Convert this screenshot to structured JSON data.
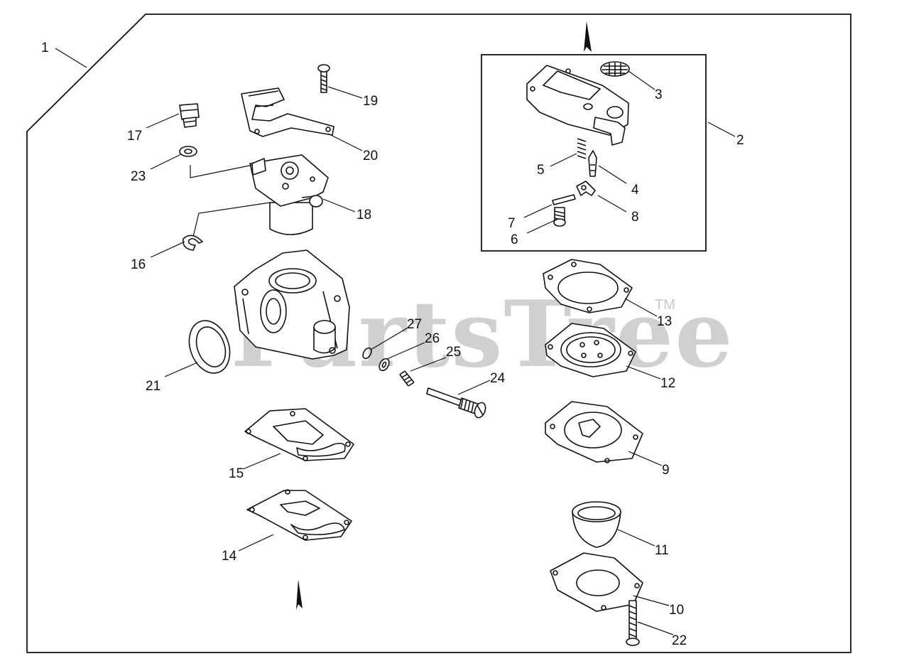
{
  "watermark": {
    "text": "PartsTree",
    "tm": "TM"
  },
  "callouts": [
    {
      "id": "1",
      "text": "1"
    },
    {
      "id": "2",
      "text": "2"
    },
    {
      "id": "3",
      "text": "3"
    },
    {
      "id": "4",
      "text": "4"
    },
    {
      "id": "5",
      "text": "5"
    },
    {
      "id": "6",
      "text": "6"
    },
    {
      "id": "7",
      "text": "7"
    },
    {
      "id": "8",
      "text": "8"
    },
    {
      "id": "9",
      "text": "9"
    },
    {
      "id": "10",
      "text": "10"
    },
    {
      "id": "11",
      "text": "11"
    },
    {
      "id": "12",
      "text": "12"
    },
    {
      "id": "13",
      "text": "13"
    },
    {
      "id": "14",
      "text": "14"
    },
    {
      "id": "15",
      "text": "15"
    },
    {
      "id": "16",
      "text": "16"
    },
    {
      "id": "17",
      "text": "17"
    },
    {
      "id": "18",
      "text": "18"
    },
    {
      "id": "19",
      "text": "19"
    },
    {
      "id": "20",
      "text": "20"
    },
    {
      "id": "21",
      "text": "21"
    },
    {
      "id": "22",
      "text": "22"
    },
    {
      "id": "23",
      "text": "23"
    },
    {
      "id": "24",
      "text": "24"
    },
    {
      "id": "25",
      "text": "25"
    },
    {
      "id": "26",
      "text": "26"
    },
    {
      "id": "27",
      "text": "27"
    }
  ],
  "colors": {
    "line": "#111111",
    "watermark": "#c8c8c8",
    "background": "#ffffff"
  }
}
